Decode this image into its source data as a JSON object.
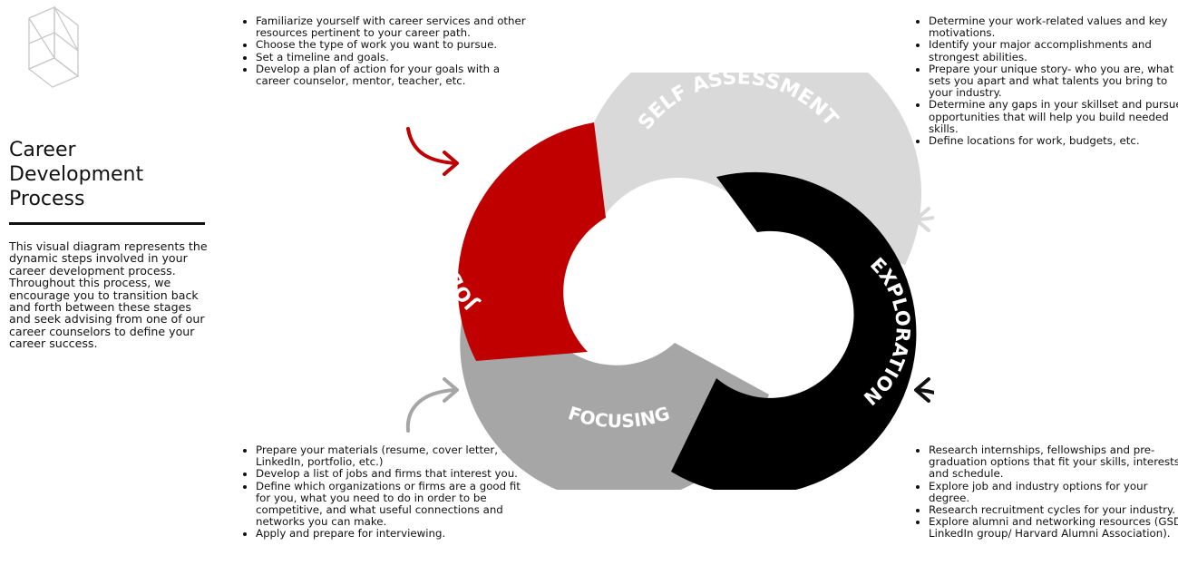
{
  "title": "Career Development Process",
  "intro": "This visual diagram represents the dynamic steps involved in your career development process. Throughout this process, we encourage you to transition back and forth between these stages and seek advising from one of our career counselors to define your career success.",
  "colors": {
    "job_search_plan": "#c00000",
    "self_assessment": "#d9d9d9",
    "exploration": "#000000",
    "focusing": "#a6a6a6",
    "arrow_red": "#c00000",
    "arrow_light": "#d9d9d9",
    "arrow_dark": "#111111",
    "arrow_gray": "#a6a6a6"
  },
  "stages": {
    "job_search_plan": {
      "label": "JOB SEARCH PLAN",
      "items": [
        "Familiarize yourself with career services and other resources pertinent to your career path.",
        "Choose the type of work you want to pursue.",
        "Set a timeline and goals.",
        "Develop a plan of action for your goals with a career counselor, mentor, teacher, etc."
      ]
    },
    "self_assessment": {
      "label": "SELF ASSESSMENT",
      "items": [
        "Determine your work-related values and key motivations.",
        "Identify your major accomplishments and strongest abilities.",
        "Prepare your unique story- who you are, what sets you apart and what talents you bring to your industry.",
        "Determine any gaps in your skillset and pursue opportunities that will help you build needed skills.",
        "Define locations for work, budgets, etc."
      ]
    },
    "focusing": {
      "label": "FOCUSING",
      "items": [
        "Prepare your materials (resume, cover letter, CV, LinkedIn, portfolio, etc.)",
        "Develop a list of jobs and firms that interest you.",
        "Define which organizations or firms are a good fit for you, what you need to do in order to be competitive, and what useful connections and networks you can make.",
        "Apply and prepare for interviewing."
      ]
    },
    "exploration": {
      "label": "EXPLORATION",
      "items": [
        "Research internships, fellowships and pre-graduation options that fit your skills, interests, and schedule.",
        "Explore job and industry options for your degree.",
        "Research recruitment cycles for your industry.",
        "Explore alumni and networking resources (GSD LinkedIn group/ Harvard Alumni Association)."
      ]
    }
  }
}
